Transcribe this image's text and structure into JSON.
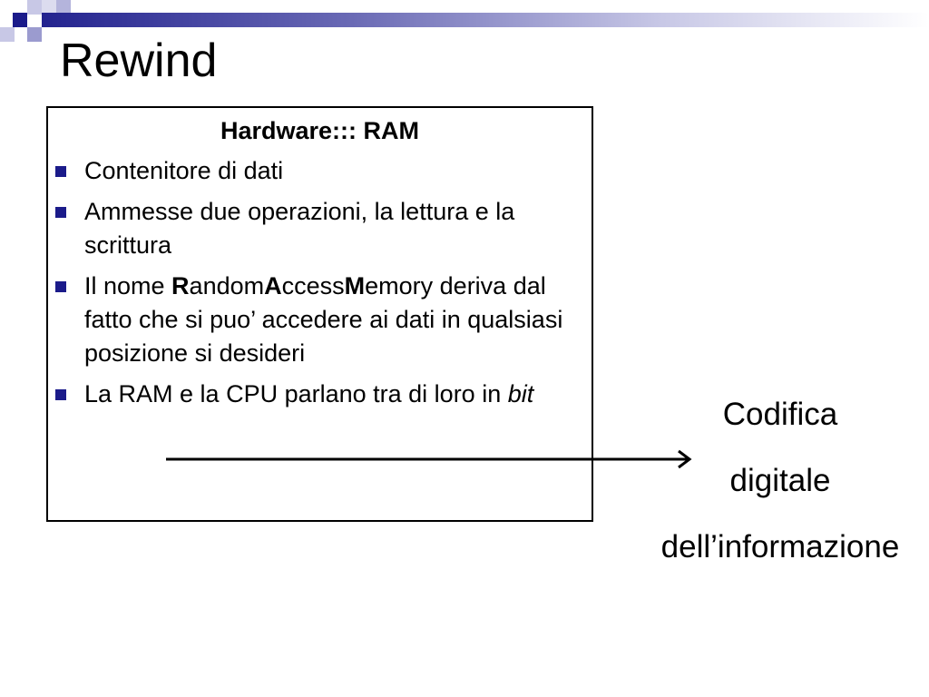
{
  "slide": {
    "title": "Rewind",
    "box": {
      "heading": "Hardware::: RAM",
      "bullets": {
        "b1": "Contenitore di dati",
        "b2": "Ammesse due operazioni, la lettura e la scrittura",
        "b3": {
          "prefix": "Il nome ",
          "r_bold": "R",
          "r_rest": "andom",
          "a_bold": "A",
          "a_rest": "ccess",
          "m_bold": "M",
          "m_rest": "emory deriva dal fatto che si puo’ accedere ai dati in qualsiasi  posizione si desideri"
        },
        "b4": {
          "text": "La RAM e la CPU parlano tra di loro in ",
          "italic": "bit"
        }
      }
    },
    "side": {
      "line1": "Codifica",
      "line2": "digitale",
      "line3": "dell’informazione"
    }
  },
  "colors": {
    "bullet": "#1b1b8a",
    "deco_dark": "#1b1b8a",
    "deco_light": "#9b9bcf"
  }
}
